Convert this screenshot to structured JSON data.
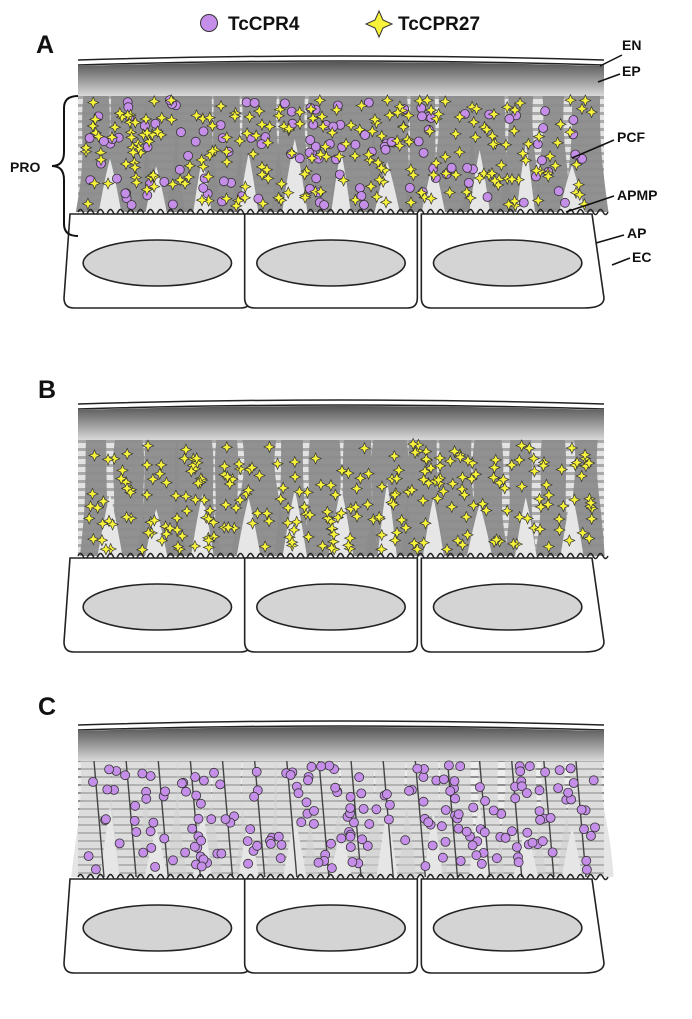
{
  "legend": {
    "circle_label": "TcCPR4",
    "star_label": "TcCPR27",
    "circle_color": "#c58ee8",
    "star_color": "#f7f23a"
  },
  "panels": [
    {
      "label": "A",
      "circles": true,
      "stars": true
    },
    {
      "label": "B",
      "circles": false,
      "stars": true
    },
    {
      "label": "C",
      "circles": true,
      "stars": false
    }
  ],
  "annotations": {
    "en": "EN",
    "ep": "EP",
    "pro": "PRO",
    "pcf": "PCF",
    "apmp": "APMP",
    "ap": "AP",
    "ec": "EC"
  },
  "colors": {
    "dark_gray": "#8c8c8c",
    "light_gray": "#e6e6e6",
    "band_gray": "#bdbdbd",
    "nucleus": "#d4d4d4",
    "outline": "#222222"
  }
}
